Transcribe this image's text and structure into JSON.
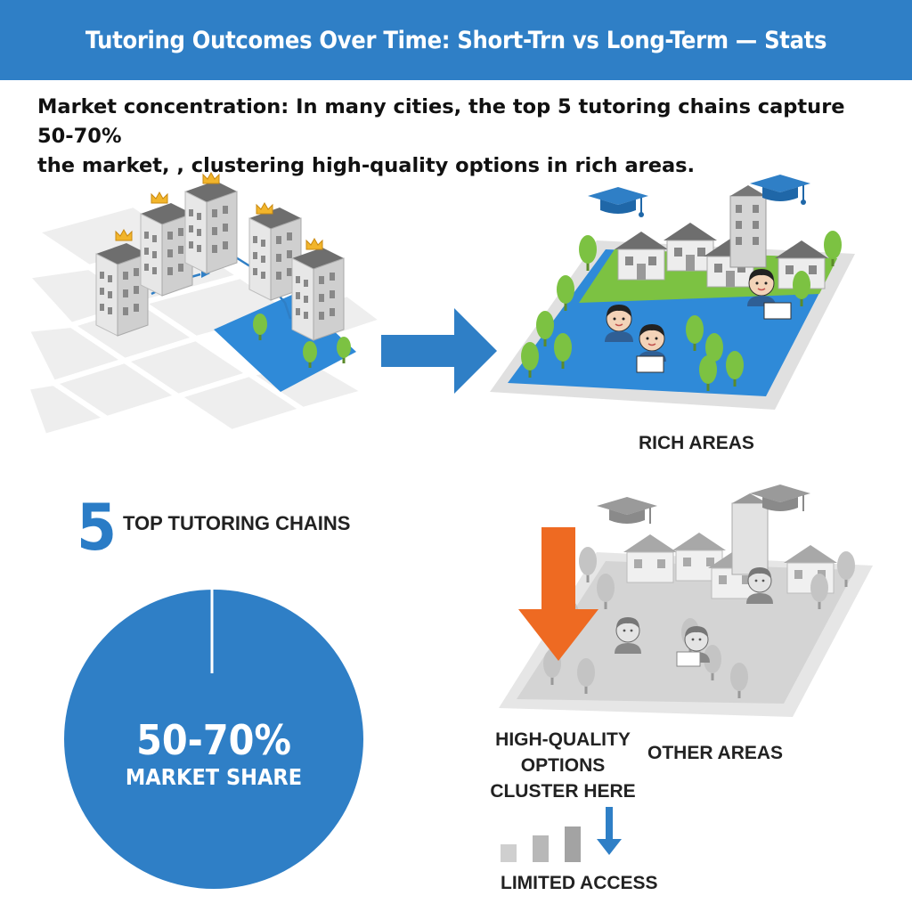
{
  "header": {
    "title": "Tutoring Outcomes Over Time: Short-Trn vs Long-Term — Stats"
  },
  "intro": {
    "line1": "Market concentration: In many cities, the top 5 tutoring chains capture 50-70%",
    "line2": "the market, , clustering high-quality options in rich areas."
  },
  "labels": {
    "rich_areas": "RICH AREAS",
    "top_chains_number": "5",
    "top_chains_label": "TOP TUTORING CHAINS",
    "pie_value": "50-70%",
    "pie_label": "MARKET SHARE",
    "cluster_line1": "HIGH-QUALITY",
    "cluster_line2": "OPTIONS",
    "cluster_line3": "CLUSTER HERE",
    "other_areas": "OTHER AREAS",
    "limited_access": "LIMITED ACCESS"
  },
  "icons": {
    "arrow": "right-arrow-icon",
    "down_arrow": "down-arrow-icon",
    "crown": "crown-icon",
    "graduation_cap": "graduation-cap-icon",
    "tree": "tree-icon",
    "person": "tutor-icon"
  },
  "colors": {
    "brand_blue": "#2f7fc6",
    "accent_orange": "#ee6a22",
    "crown_gold": "#f2b52b",
    "park_green": "#7cc242",
    "muted_gray": "#bdbdbd"
  }
}
